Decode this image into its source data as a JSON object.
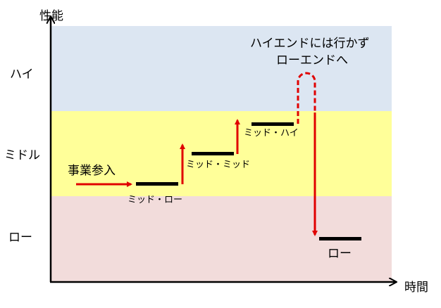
{
  "axes": {
    "y_label": "性能",
    "x_label": "時間"
  },
  "levels": {
    "high": "ハイ",
    "middle": "ミドル",
    "low": "ロー"
  },
  "colors": {
    "high_band": "#dce6f2",
    "middle_band": "#ffff99",
    "low_band": "#f2dcdb",
    "arrow": "#e00000",
    "bar": "#000000"
  },
  "annotations": {
    "entry": "事業参入",
    "note_line1": "ハイエンドには行かず",
    "note_line2": "ローエンドへ"
  },
  "steps": [
    {
      "label": "ミッド・ロー"
    },
    {
      "label": "ミッド・ミッド"
    },
    {
      "label": "ミッド・ハイ"
    },
    {
      "label": "ロー"
    }
  ]
}
